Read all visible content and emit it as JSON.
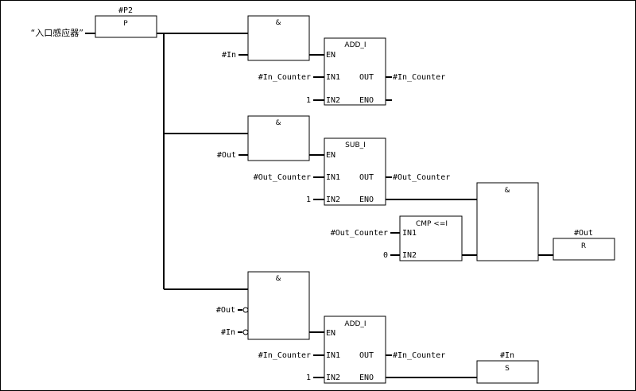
{
  "diagram": {
    "type": "FBD",
    "input_contact": {
      "label": "“入口感应器”"
    },
    "edge_block": {
      "operand": "#P2",
      "label": "P"
    },
    "networks": [
      {
        "and_block": {
          "label": "&",
          "inputs": [
            "#In"
          ]
        },
        "math_block": {
          "title": "ADD_I",
          "pins": {
            "en": "EN",
            "in1": "IN1",
            "in2": "IN2",
            "out": "OUT",
            "eno": "ENO"
          },
          "in1_value": "#In_Counter",
          "in2_value": "1",
          "out_value": "#In_Counter"
        }
      },
      {
        "and_block": {
          "label": "&",
          "inputs": [
            "#Out"
          ]
        },
        "math_block": {
          "title": "SUB_I",
          "pins": {
            "en": "EN",
            "in1": "IN1",
            "in2": "IN2",
            "out": "OUT",
            "eno": "ENO"
          },
          "in1_value": "#Out_Counter",
          "in2_value": "1",
          "out_value": "#Out_Counter"
        },
        "compare_block": {
          "title": "CMP <=I",
          "pins": {
            "in1": "IN1",
            "in2": "IN2"
          },
          "in1_value": "#Out_Counter",
          "in2_value": "0"
        },
        "and_block_2": {
          "label": "&"
        },
        "coil": {
          "operand": "#Out",
          "label": "R"
        }
      },
      {
        "and_block": {
          "label": "&",
          "inputs": [
            "#Out",
            "#In"
          ],
          "negated": [
            true,
            true
          ]
        },
        "math_block": {
          "title": "ADD_I",
          "pins": {
            "en": "EN",
            "in1": "IN1",
            "in2": "IN2",
            "out": "OUT",
            "eno": "ENO"
          },
          "in1_value": "#In_Counter",
          "in2_value": "1",
          "out_value": "#In_Counter"
        },
        "coil": {
          "operand": "#In",
          "label": "S"
        }
      }
    ]
  }
}
